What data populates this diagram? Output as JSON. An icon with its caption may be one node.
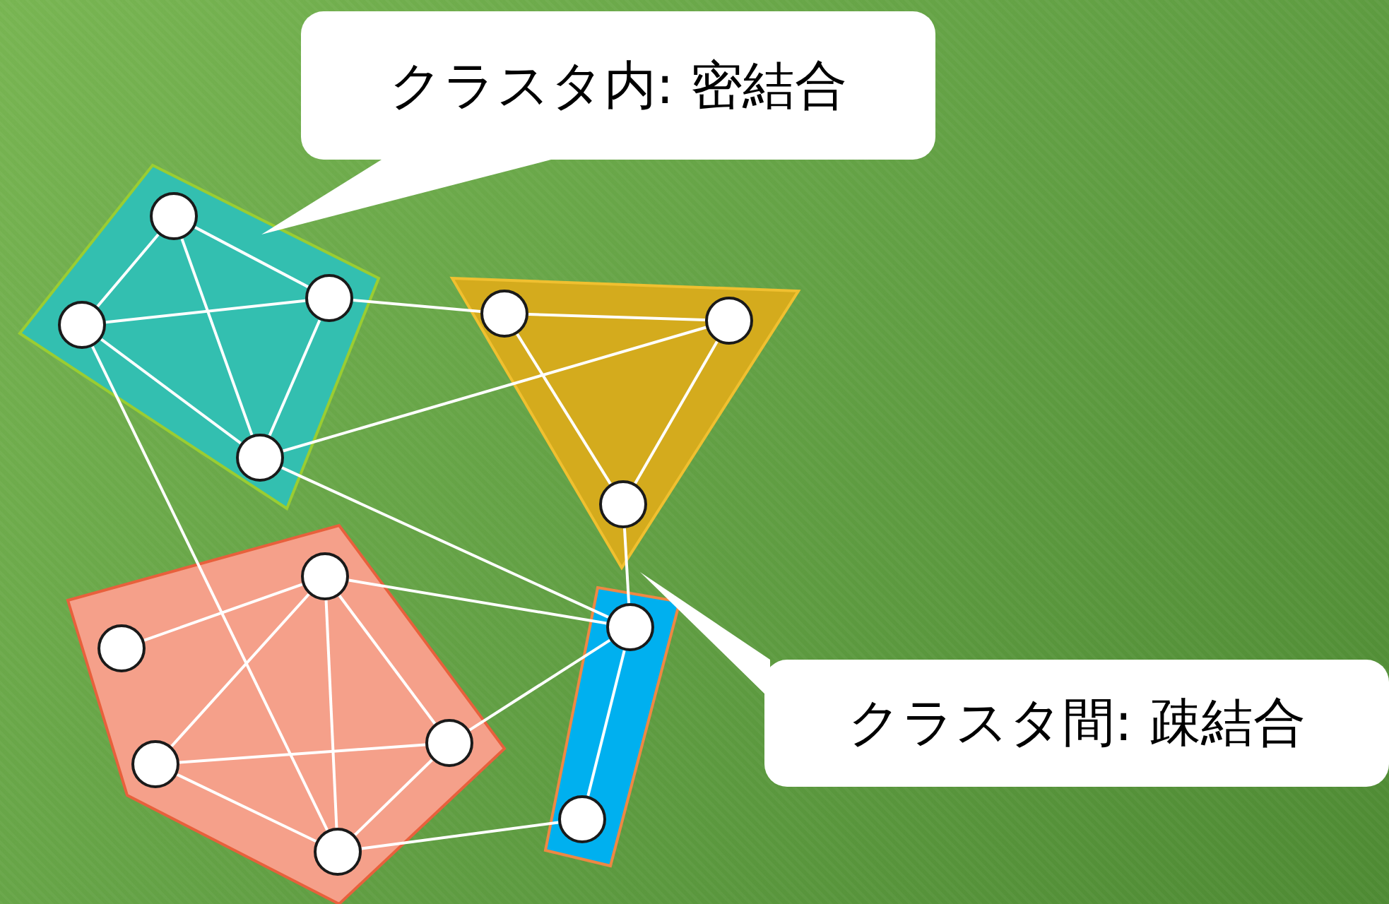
{
  "diagram": {
    "nodes": [
      {
        "text": [
          "クラスタ内: 密結合"
        ]
      },
      {
        "text": [],
        "shape": "box"
      },
      {
        "text": [],
        "shape": "circle",
        "in": 1
      },
      {
        "text": [],
        "shape": "circle",
        "in": 1
      },
      {
        "text": [],
        "shape": "circle",
        "in": 1
      },
      {
        "text": [],
        "shape": "circle",
        "in": 1
      },
      {
        "text": [],
        "shape": "triangle"
      },
      {
        "text": [],
        "shape": "circle",
        "in": 6
      },
      {
        "text": [],
        "shape": "circle",
        "in": 6
      },
      {
        "text": [],
        "shape": "circle",
        "in": 6
      },
      {
        "text": [],
        "shape": "pentagon"
      },
      {
        "text": [],
        "shape": "circle",
        "in": 10
      },
      {
        "text": [],
        "shape": "circle",
        "in": 10
      },
      {
        "text": [],
        "shape": "circle",
        "in": 10
      },
      {
        "text": [],
        "shape": "circle",
        "in": 10
      },
      {
        "text": [],
        "shape": "circle",
        "in": 10
      },
      {
        "text": [],
        "shape": "bar"
      },
      {
        "text": [],
        "shape": "circle",
        "in": 16
      },
      {
        "text": [],
        "shape": "circle",
        "in": 16
      },
      {
        "text": [
          "クラスタ間: 疎結合"
        ]
      }
    ],
    "edges": [
      {
        "from": 2,
        "to": 3,
        "arrow": "none"
      },
      {
        "from": 2,
        "to": 4,
        "arrow": "none"
      },
      {
        "from": 2,
        "to": 5,
        "arrow": "none"
      },
      {
        "from": 3,
        "to": 4,
        "arrow": "none"
      },
      {
        "from": 3,
        "to": 5,
        "arrow": "none"
      },
      {
        "from": 4,
        "to": 5,
        "arrow": "none"
      },
      {
        "from": 4,
        "to": 7,
        "arrow": "none"
      },
      {
        "from": 5,
        "to": 8,
        "arrow": "none"
      },
      {
        "from": 5,
        "to": 17,
        "arrow": "none"
      },
      {
        "from": 3,
        "to": 15,
        "arrow": "none"
      },
      {
        "from": 7,
        "to": 8,
        "arrow": "none"
      },
      {
        "from": 7,
        "to": 9,
        "arrow": "none"
      },
      {
        "from": 8,
        "to": 9,
        "arrow": "none"
      },
      {
        "from": 9,
        "to": 17,
        "arrow": "none"
      },
      {
        "from": 11,
        "to": 12,
        "arrow": "none"
      },
      {
        "from": 11,
        "to": 13,
        "arrow": "none"
      },
      {
        "from": 11,
        "to": 14,
        "arrow": "none"
      },
      {
        "from": 11,
        "to": 15,
        "arrow": "none"
      },
      {
        "from": 11,
        "to": 17,
        "arrow": "none"
      },
      {
        "from": 13,
        "to": 14,
        "arrow": "none"
      },
      {
        "from": 13,
        "to": 15,
        "arrow": "none"
      },
      {
        "from": 14,
        "to": 15,
        "arrow": "none"
      },
      {
        "from": 14,
        "to": 17,
        "arrow": "none"
      },
      {
        "from": 15,
        "to": 18,
        "arrow": "none"
      },
      {
        "from": 17,
        "to": 18,
        "arrow": "none"
      }
    ]
  }
}
